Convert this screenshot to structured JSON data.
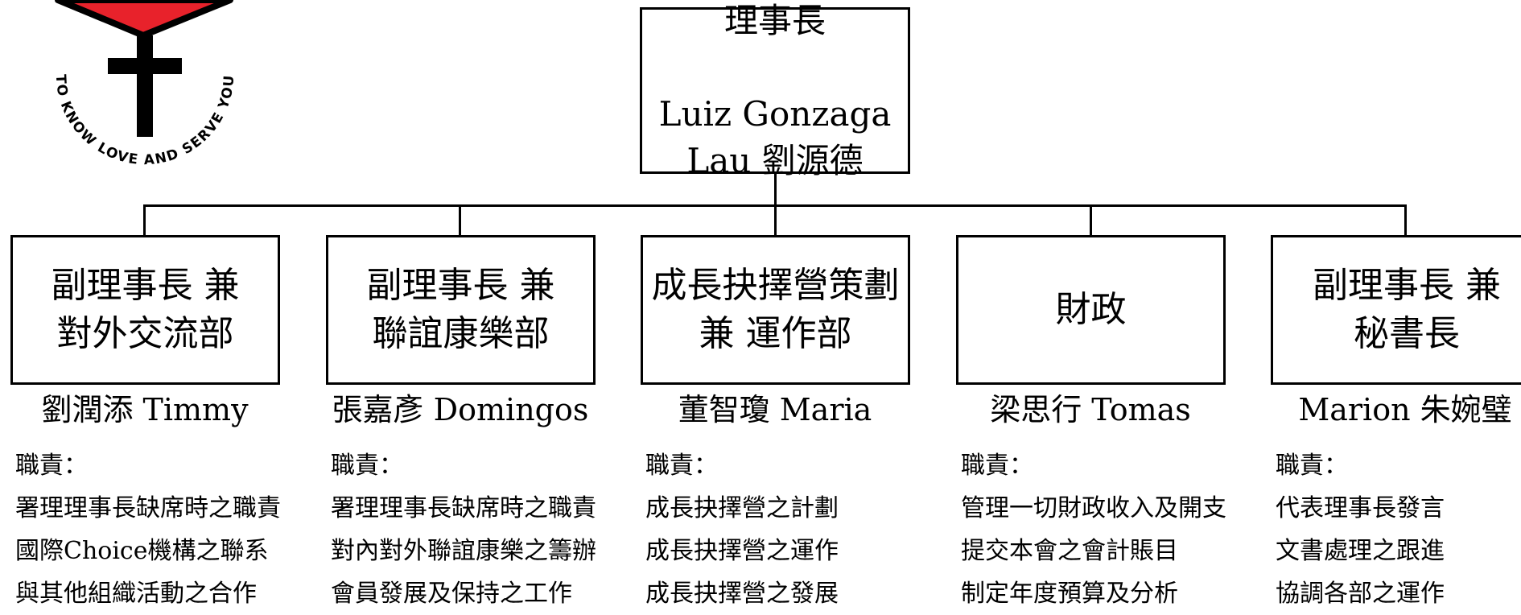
{
  "logo": {
    "motto": "TO KNOW LOVE AND SERVE YOU",
    "heart_color": "#e8222b"
  },
  "chairman": {
    "title": "理事長",
    "name": "Luiz Gonzaga\nLau 劉源德"
  },
  "departments": [
    {
      "title": "副理事長 兼\n對外交流部",
      "person": "劉潤添 Timmy",
      "duties_label": "職責：",
      "duties": [
        "署理理事長缺席時之職責",
        "國際Choice機構之聯系",
        "與其他組織活動之合作"
      ]
    },
    {
      "title": "副理事長 兼\n聯誼康樂部",
      "person": "張嘉彥 Domingos",
      "duties_label": "職責：",
      "duties": [
        "署理理事長缺席時之職責",
        "對內對外聯誼康樂之籌辦",
        "會員發展及保持之工作"
      ]
    },
    {
      "title": "成長抉擇營策劃\n兼  運作部",
      "person": "董智瓊 Maria",
      "duties_label": "職責：",
      "duties": [
        "成長抉擇營之計劃",
        "成長抉擇營之運作",
        "成長抉擇營之發展"
      ]
    },
    {
      "title": "財政",
      "person": "梁思行 Tomas",
      "duties_label": "職責：",
      "duties": [
        "管理一切財政收入及開支",
        "提交本會之會計賬目",
        "制定年度預算及分析"
      ]
    },
    {
      "title": "副理事長 兼\n秘書長",
      "person": "Marion 朱婉璧",
      "duties_label": "職責：",
      "duties": [
        "代表理事長發言",
        "文書處理之跟進",
        "協調各部之運作"
      ]
    }
  ]
}
